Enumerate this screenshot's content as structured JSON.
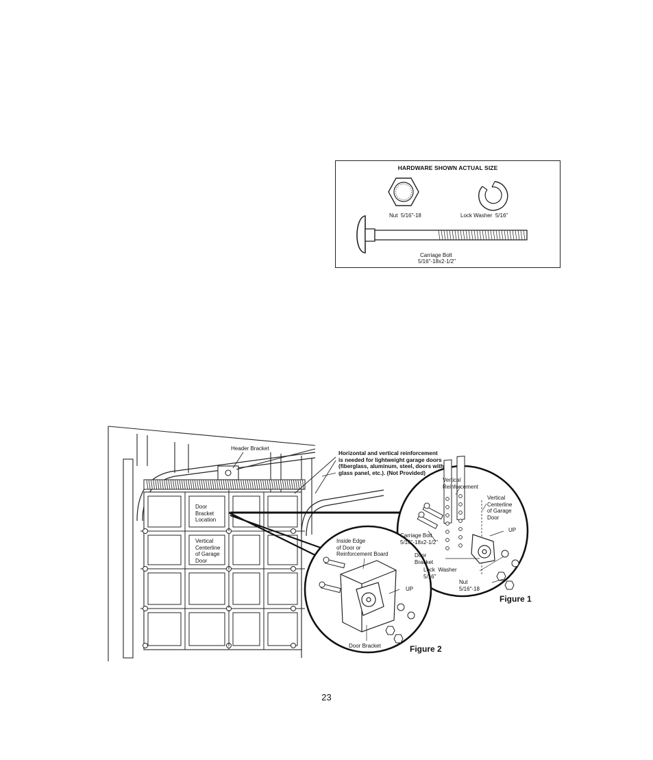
{
  "hardware_box": {
    "title": "HARDWARE SHOWN ACTUAL SIZE",
    "nut_label": "Nut  5/16\"-18",
    "lock_washer_label": "Lock Washer  5/16\"",
    "carriage_bolt_label": "Carriage Bolt",
    "carriage_bolt_size": "5/16\"-18x2-1/2\""
  },
  "illustration": {
    "header_bracket": "Header Bracket",
    "reinforcement_note": "Horizontal and vertical reinforcement\nis needed for lightweight garage doors\n(fiberglass, aluminum, steel, doors with\nglass panel, etc.). (Not Provided)",
    "door_bracket_location": "Door\nBracket\nLocation",
    "vertical_centerline_left": "Vertical\nCenterline\nof Garage\nDoor",
    "figure1": {
      "vertical_reinforcement": "Vertical\nReinforcement",
      "vertical_centerline": "Vertical\nCenterline\nof Garage\nDoor",
      "carriage_bolt": "Carriage Bolt\n5/16\"-18x2-1/2\"",
      "up": "UP",
      "door_bracket": "Door\nBracket",
      "lock_washer": "Lock  Washer\n5/16\"",
      "nut": "Nut\n5/16\"-18",
      "label": "Figure 1"
    },
    "figure2": {
      "inside_edge": "Inside Edge\nof Door or\nReinforcement Board",
      "up": "UP",
      "door_bracket": "Door Bracket",
      "label": "Figure 2"
    }
  },
  "page_number": "23"
}
